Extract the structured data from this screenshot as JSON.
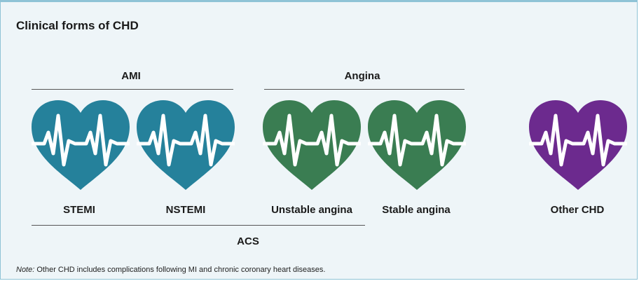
{
  "title": "Clinical forms of CHD",
  "groups": {
    "ami": "AMI",
    "angina": "Angina",
    "acs": "ACS"
  },
  "hearts": [
    {
      "label": "STEMI",
      "color": "#25819b"
    },
    {
      "label": "NSTEMI",
      "color": "#25819b"
    },
    {
      "label": "Unstable angina",
      "color": "#3a7d52"
    },
    {
      "label": "Stable angina",
      "color": "#3a7d52"
    },
    {
      "label": "Other CHD",
      "color": "#6c2a8e"
    }
  ],
  "icon": "heartbeat-heart-icon",
  "note": {
    "prefix": "Note:",
    "text": " Other CHD includes complications following MI and chronic coronary heart diseases."
  }
}
